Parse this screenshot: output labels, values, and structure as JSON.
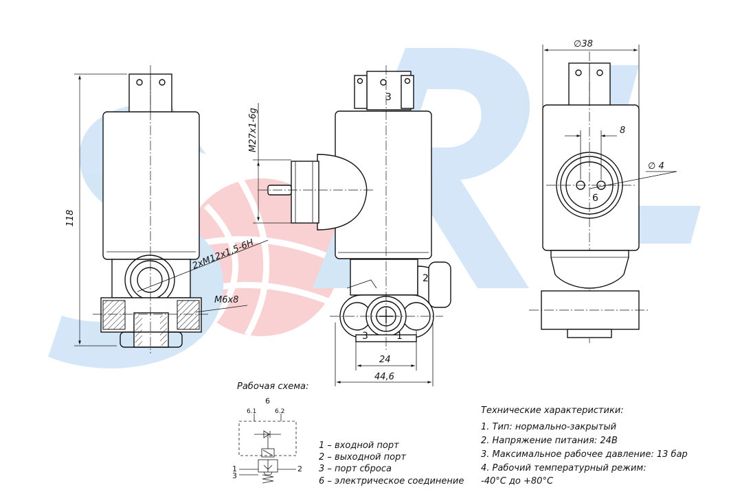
{
  "watermark": {
    "text": "SORL",
    "color": "#3a8fd9",
    "globe_color": "#e8343c"
  },
  "dimensions": {
    "height": "118",
    "thread_main": "M27x1-6g",
    "thread_ports": "2xM12x1,5-6H",
    "thread_mount": "M6x8",
    "width_small": "24",
    "width_total": "44,6",
    "diameter": "∅38",
    "spacing": "8",
    "pin": "∅ 4"
  },
  "callouts": {
    "port1": "1",
    "port2": "2",
    "port3": "3",
    "connector": "6"
  },
  "schema": {
    "title": "Рабочая схема:",
    "top_label": "6",
    "pin_left": "6.1",
    "pin_right": "6.2",
    "port_left_1": "1",
    "port_left_3": "3",
    "port_right_2": "2"
  },
  "legend": [
    "1 – входной порт",
    "2 – выходной порт",
    "3 – порт сброса",
    "6 – электрическое соединение"
  ],
  "specs": {
    "title": "Технические характеристики:",
    "items": [
      "1. Тип: нормально-закрытый",
      "2. Напряжение питания: 24В",
      "3. Максимальное рабочее давление: 13 бар",
      "4. Рабочий температурный режим:",
      "-40°C до +80°C"
    ]
  }
}
